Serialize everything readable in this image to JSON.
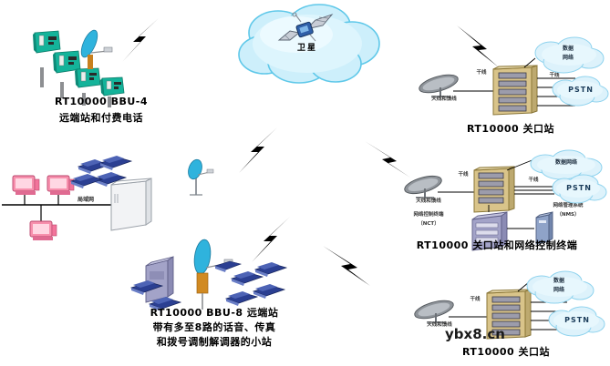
{
  "diagram": {
    "background_color": "#ffffff",
    "satellite": {
      "cloud_label": "卫星",
      "icon": "satellite-icon",
      "cloud_color": "#cdeffb",
      "cloud_edge": "#58c6e8"
    },
    "groups": [
      {
        "id": "bbu4",
        "title_line1": "RT10000 BBU-4",
        "title_line2": "远端站和付费电话",
        "payphone_color": "#17a88a",
        "antenna_color": "#2aa8d8"
      },
      {
        "id": "lan",
        "lan_label": "局域网",
        "pc_color": "#f58aa8",
        "phone_color": "#2a3f8f",
        "hub_color": "#e8e8ea",
        "antenna_color": "#2aa8d8"
      },
      {
        "id": "bbu8",
        "title_line1": "RT10000 BBU-8 远端站",
        "title_line2": "带有多至8路的话音、传真",
        "title_line3": "和拨号调制解调器的小站",
        "antenna_color": "#2aa8d8",
        "server_color": "#9a9ac0"
      },
      {
        "id": "gateway_top",
        "title": "RT10000 关口站",
        "antenna_label": "天线和馈线",
        "feeder_label": "干线",
        "trunk_label": "干线",
        "cloud_data_label_1": "数据",
        "cloud_data_label_2": "网络",
        "cloud_pstn_label": "PSTN",
        "cabinet_color": "#d9c48a"
      },
      {
        "id": "gateway_nct",
        "title": "RT10000 关口站和网络控制终端",
        "antenna_label": "天线和馈线",
        "feeder_label": "干线",
        "trunk_label": "干线",
        "nct_label_1": "网络控制终端",
        "nct_label_2": "（NCT）",
        "nms_label_1": "网络管理系统",
        "nms_label_2": "（NMS）",
        "cloud_data_label_1": "数据网络",
        "cloud_pstn_label": "PSTN",
        "cabinet_color": "#d9c48a",
        "nct_color": "#9a9ac0"
      },
      {
        "id": "gateway_bottom",
        "title": "RT10000 关口站",
        "antenna_label": "天线和馈线",
        "feeder_label": "干线",
        "trunk_label": "干线",
        "cloud_data_label_1": "数据",
        "cloud_data_label_2": "网络",
        "cloud_pstn_label": "PSTN",
        "cabinet_color": "#d9c48a"
      }
    ],
    "links": [
      {
        "id": "link-bbu4-sat",
        "type": "lightning-bolt"
      },
      {
        "id": "link-lan-sat",
        "type": "lightning-bolt"
      },
      {
        "id": "link-bbu8-sat",
        "type": "lightning-bolt"
      },
      {
        "id": "link-sat-gateway-top",
        "type": "lightning-bolt"
      },
      {
        "id": "link-sat-gateway-nct",
        "type": "lightning-bolt"
      },
      {
        "id": "link-sat-gateway-bottom",
        "type": "lightning-bolt"
      }
    ],
    "watermark": "ybx8.cn"
  }
}
